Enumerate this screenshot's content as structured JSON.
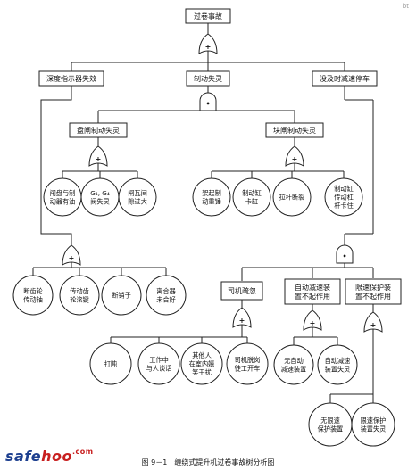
{
  "top_event": "过卷事故",
  "level1": {
    "left": "深度指示器失效",
    "center": "制动失灵",
    "right": "没及时减速停车"
  },
  "level2": {
    "left": "盘闸制动失灵",
    "right": "块闸制动失灵"
  },
  "disc_brake_causes": [
    [
      "闸盘与制",
      "动器有油"
    ],
    [
      "G₁, G₄",
      "阀失灵"
    ],
    [
      "闸瓦间",
      "隙过大"
    ]
  ],
  "block_brake_causes": [
    [
      "架起制",
      "动重锤"
    ],
    [
      "制动缸",
      "卡缸"
    ],
    [
      "拉杆断裂"
    ],
    [
      "制动缸",
      "传动杠",
      "杆卡住"
    ]
  ],
  "indicator_causes": [
    [
      "断齿轮",
      "传动轴"
    ],
    [
      "传动齿",
      "轮滚键"
    ],
    [
      "断销子"
    ],
    [
      "离合器",
      "未合好"
    ]
  ],
  "level3": {
    "driver": "司机疏忽",
    "auto_decel": [
      "自动减速装",
      "置不起作用"
    ],
    "speed_limit": [
      "限速保护装",
      "置不起作用"
    ]
  },
  "driver_causes": [
    [
      "打盹"
    ],
    [
      "工作中",
      "与人谈话"
    ],
    [
      "其他人",
      "在室内嬉",
      "笑干扰"
    ],
    [
      "司机脱岗",
      "徒工开车"
    ]
  ],
  "auto_causes": [
    [
      "无自动",
      "减速装置"
    ],
    [
      "自动减速",
      "装置失灵"
    ]
  ],
  "speed_causes": [
    [
      "无限速",
      "保护装置"
    ],
    [
      "限速保护",
      "装置失灵"
    ]
  ],
  "gate_symbols": {
    "or": "+",
    "and": "•"
  },
  "caption": "图 9－1　缠绕式提升机过卷事故树分析图",
  "watermark": {
    "part1": "safe",
    "part2": "hoo",
    "part3": ".com"
  },
  "corner_mark": "bt"
}
